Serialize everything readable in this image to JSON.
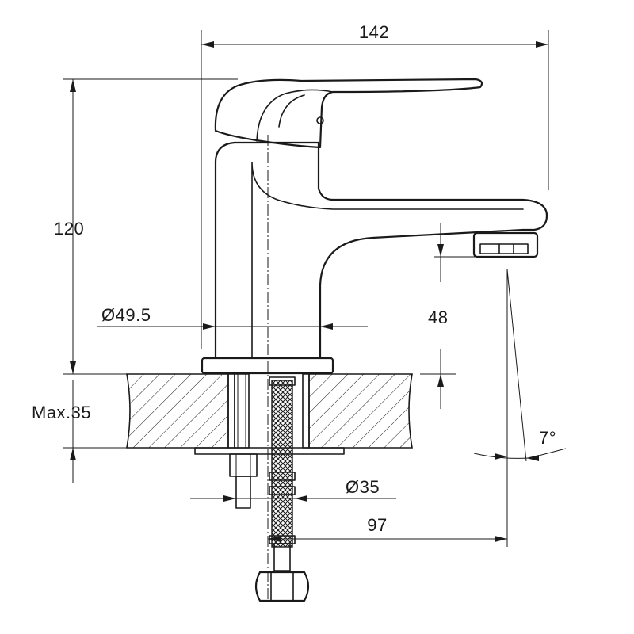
{
  "dimensions": {
    "overall_width": "142",
    "overall_height": "120",
    "body_diameter": "Ø49.5",
    "spout_height": "48",
    "mounting_thickness": "Max.35",
    "mounting_hole": "Ø35",
    "spout_reach": "97",
    "spout_angle": "7°"
  },
  "colors": {
    "line": "#1a1a1a",
    "background": "#ffffff"
  }
}
